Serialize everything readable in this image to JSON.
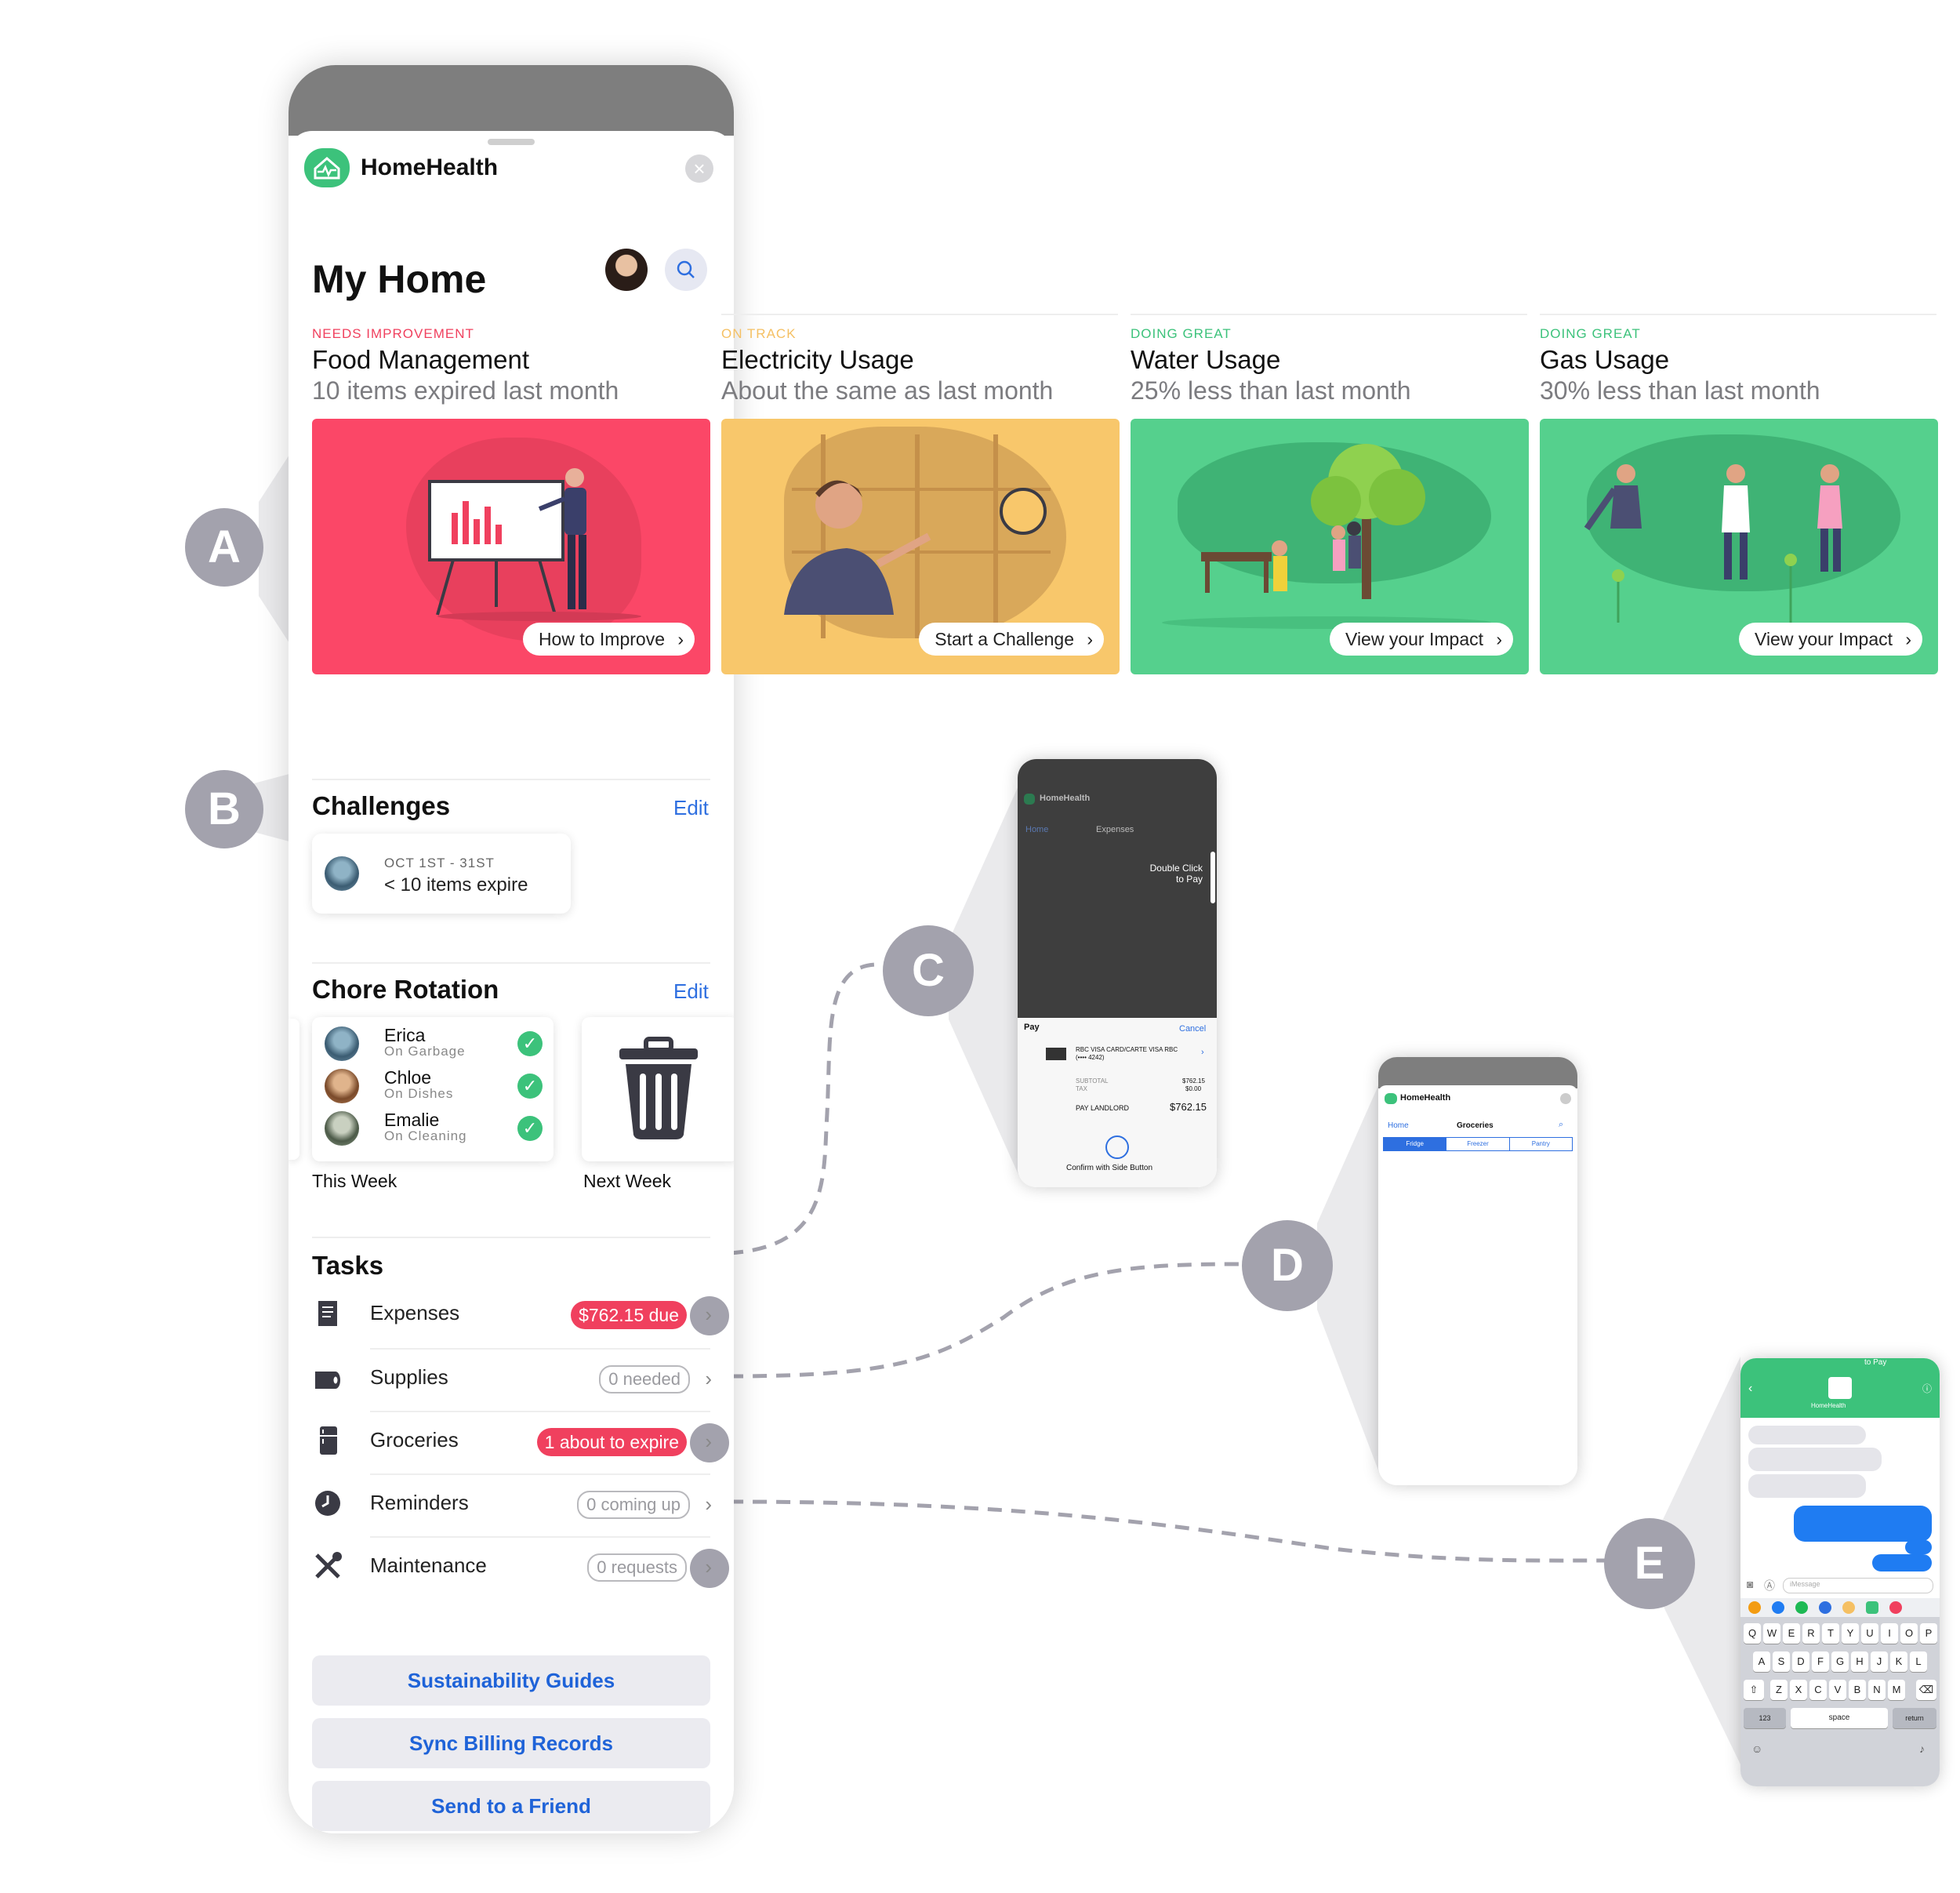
{
  "app": {
    "name": "HomeHealth",
    "close_glyph": "×"
  },
  "home": {
    "title": "My Home"
  },
  "cards": [
    {
      "status": "NEEDS IMPROVEMENT",
      "status_color": "#f0405e",
      "title": "Food Management",
      "subtitle": "10 items expired last month",
      "button": "How to Improve",
      "bg": "#fb4767"
    },
    {
      "status": "ON TRACK",
      "status_color": "#f5c063",
      "title": "Electricity Usage",
      "subtitle": "About the same as last month",
      "button": "Start a Challenge",
      "bg": "#f8c76b"
    },
    {
      "status": "DOING GREAT",
      "status_color": "#3cc27b",
      "title": "Water Usage",
      "subtitle": "25% less than last month",
      "button": "View your Impact",
      "bg": "#55d08d"
    },
    {
      "status": "DOING GREAT",
      "status_color": "#3cc27b",
      "title": "Gas Usage",
      "subtitle": "30% less than last month",
      "button": "View your Impact",
      "bg": "#55d08d"
    }
  ],
  "challenges": {
    "title": "Challenges",
    "edit": "Edit",
    "item": {
      "date": "OCT 1ST - 31ST",
      "text": "< 10 items expire"
    }
  },
  "chore_rotation": {
    "title": "Chore Rotation",
    "edit": "Edit",
    "people": [
      {
        "name": "Erica",
        "chore": "On Garbage"
      },
      {
        "name": "Chloe",
        "chore": "On Dishes"
      },
      {
        "name": "Emalie",
        "chore": "On Cleaning"
      }
    ],
    "this_week": "This Week",
    "next_week": "Next Week"
  },
  "tasks": {
    "title": "Tasks",
    "rows": [
      {
        "label": "Expenses",
        "badge": "$762.15 due",
        "badge_style": "red"
      },
      {
        "label": "Supplies",
        "badge": "0 needed",
        "badge_style": "outline"
      },
      {
        "label": "Groceries",
        "badge": "1 about to expire",
        "badge_style": "red"
      },
      {
        "label": "Reminders",
        "badge": "0 coming up",
        "badge_style": "outline"
      },
      {
        "label": "Maintenance",
        "badge": "0 requests",
        "badge_style": "outline"
      }
    ]
  },
  "actions": [
    "Sustainability Guides",
    "Sync Billing Records",
    "Send to a Friend"
  ],
  "callouts": [
    "A",
    "B",
    "C",
    "D",
    "E"
  ],
  "screen_c": {
    "app": "HomeHealth",
    "back": "Home",
    "title": "Expenses",
    "hint": "Double Click to Pay",
    "pay": "Pay",
    "cancel": "Cancel",
    "card_line1": "RBC VISA CARD/CARTE VISA RBC",
    "card_line2": "(•••• 4242)",
    "subtotal_label": "SUBTOTAL",
    "subtotal": "$762.15",
    "tax_label": "TAX",
    "tax": "$0.00",
    "pay_label": "PAY LANDLORD",
    "total": "$762.15",
    "confirm": "Confirm with Side Button"
  },
  "screen_d": {
    "app": "HomeHealth",
    "back": "Home",
    "title": "Groceries",
    "tabs": [
      "Fridge",
      "Freezer",
      "Pantry"
    ]
  },
  "screen_e": {
    "top_text": "to Pay",
    "app": "HomeHealth",
    "placeholder": "iMessage",
    "row1": [
      "Q",
      "W",
      "E",
      "R",
      "T",
      "Y",
      "U",
      "I",
      "O",
      "P"
    ],
    "row2": [
      "A",
      "S",
      "D",
      "F",
      "G",
      "H",
      "J",
      "K",
      "L"
    ],
    "row3": [
      "Z",
      "X",
      "C",
      "V",
      "B",
      "N",
      "M"
    ],
    "num": "123",
    "space": "space",
    "return": "return"
  },
  "colors": {
    "accent_blue": "#2e6fe0",
    "green": "#3cc27b",
    "red": "#f0405e"
  }
}
